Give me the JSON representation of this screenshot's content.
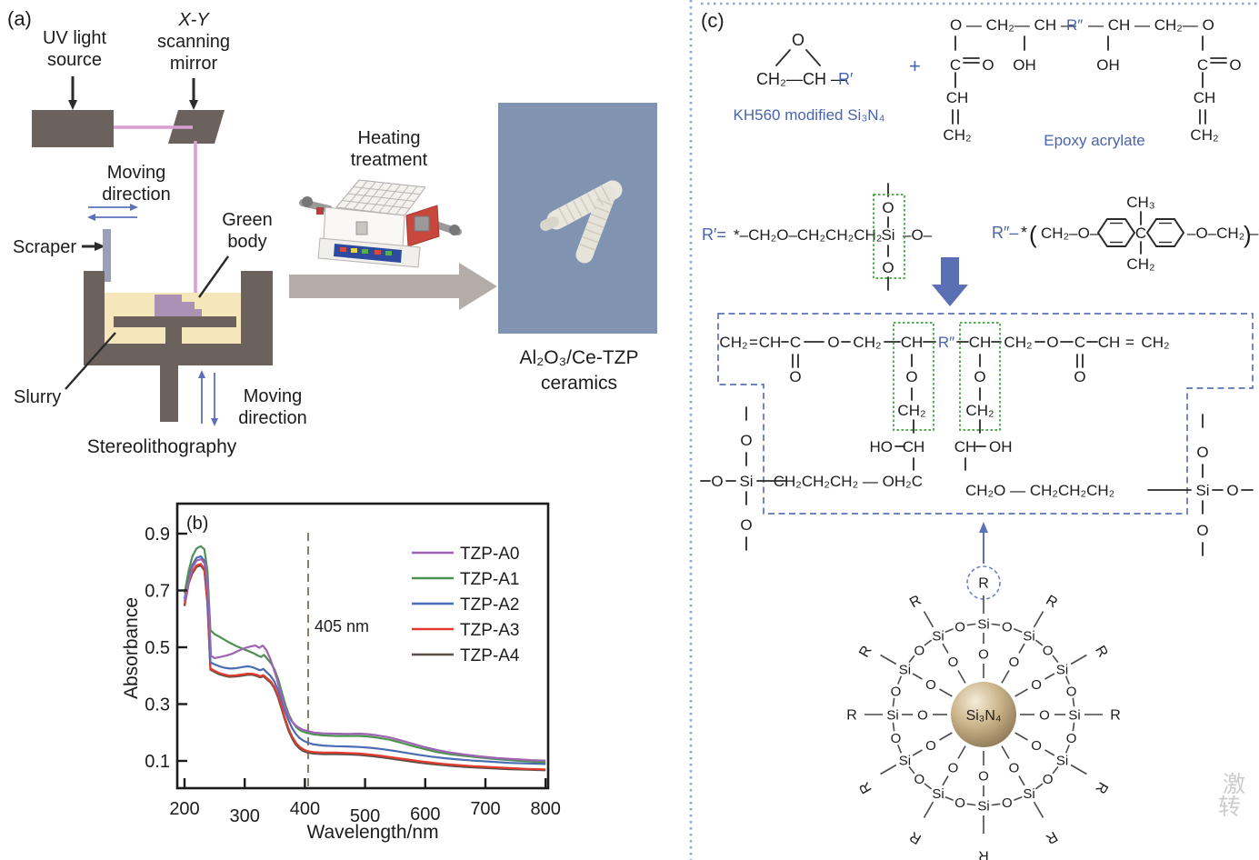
{
  "watermark": {
    "line1": "激",
    "line2": "转"
  },
  "panel_a": {
    "tag": "(a)",
    "uv_line1": "UV light",
    "uv_line2": "source",
    "xy_line1": "X-Y",
    "xy_line2": "scanning",
    "xy_line3": "mirror",
    "mov_h_line1": "Moving",
    "mov_h_line2": "direction",
    "scraper": "Scraper",
    "green_line1": "Green",
    "green_line2": "body",
    "slurry": "Slurry",
    "mov_v_line1": "Moving",
    "mov_v_line2": "direction",
    "process": "Stereolithography",
    "heat_line1": "Heating",
    "heat_line2": "treatment",
    "result_line1": "Al₂O₃/Ce-TZP",
    "result_line2": "ceramics"
  },
  "chart_data": {
    "type": "line",
    "panel_tag": "(b)",
    "xlabel": "Wavelength/nm",
    "ylabel": "Absorbance",
    "xlim": [
      185,
      800
    ],
    "ylim": [
      0,
      1.0
    ],
    "xticks": [
      200,
      300,
      400,
      500,
      600,
      700,
      800
    ],
    "yticks": [
      0.1,
      0.3,
      0.5,
      0.7,
      0.9
    ],
    "grid": false,
    "legend_position": "upper right",
    "annotation": {
      "text": "405 nm",
      "x": 405
    },
    "series": [
      {
        "name": "TZP-A0",
        "color": "#9e63b5",
        "points": [
          [
            200,
            0.66
          ],
          [
            207,
            0.73
          ],
          [
            213,
            0.78
          ],
          [
            220,
            0.805
          ],
          [
            228,
            0.81
          ],
          [
            235,
            0.79
          ],
          [
            240,
            0.66
          ],
          [
            244,
            0.47
          ],
          [
            250,
            0.462
          ],
          [
            260,
            0.466
          ],
          [
            270,
            0.471
          ],
          [
            280,
            0.478
          ],
          [
            290,
            0.488
          ],
          [
            300,
            0.497
          ],
          [
            310,
            0.503
          ],
          [
            318,
            0.506
          ],
          [
            324,
            0.498
          ],
          [
            330,
            0.506
          ],
          [
            336,
            0.49
          ],
          [
            342,
            0.462
          ],
          [
            348,
            0.425
          ],
          [
            354,
            0.385
          ],
          [
            360,
            0.338
          ],
          [
            366,
            0.295
          ],
          [
            372,
            0.262
          ],
          [
            378,
            0.24
          ],
          [
            384,
            0.226
          ],
          [
            390,
            0.217
          ],
          [
            396,
            0.21
          ],
          [
            405,
            0.205
          ],
          [
            415,
            0.2
          ],
          [
            430,
            0.197
          ],
          [
            450,
            0.196
          ],
          [
            470,
            0.195
          ],
          [
            490,
            0.196
          ],
          [
            505,
            0.194
          ],
          [
            520,
            0.19
          ],
          [
            540,
            0.183
          ],
          [
            560,
            0.172
          ],
          [
            580,
            0.16
          ],
          [
            600,
            0.148
          ],
          [
            620,
            0.138
          ],
          [
            640,
            0.13
          ],
          [
            660,
            0.124
          ],
          [
            690,
            0.116
          ],
          [
            720,
            0.11
          ],
          [
            750,
            0.106
          ],
          [
            775,
            0.103
          ],
          [
            800,
            0.101
          ]
        ]
      },
      {
        "name": "TZP-A1",
        "color": "#4e9150",
        "points": [
          [
            200,
            0.69
          ],
          [
            207,
            0.77
          ],
          [
            213,
            0.82
          ],
          [
            220,
            0.848
          ],
          [
            227,
            0.856
          ],
          [
            233,
            0.845
          ],
          [
            238,
            0.77
          ],
          [
            243,
            0.56
          ],
          [
            250,
            0.546
          ],
          [
            258,
            0.537
          ],
          [
            266,
            0.527
          ],
          [
            275,
            0.516
          ],
          [
            285,
            0.505
          ],
          [
            295,
            0.496
          ],
          [
            305,
            0.488
          ],
          [
            315,
            0.479
          ],
          [
            322,
            0.471
          ],
          [
            327,
            0.466
          ],
          [
            332,
            0.473
          ],
          [
            338,
            0.458
          ],
          [
            344,
            0.443
          ],
          [
            350,
            0.42
          ],
          [
            356,
            0.385
          ],
          [
            362,
            0.34
          ],
          [
            368,
            0.295
          ],
          [
            374,
            0.26
          ],
          [
            380,
            0.235
          ],
          [
            386,
            0.218
          ],
          [
            392,
            0.208
          ],
          [
            398,
            0.202
          ],
          [
            405,
            0.198
          ],
          [
            415,
            0.193
          ],
          [
            430,
            0.19
          ],
          [
            450,
            0.188
          ],
          [
            470,
            0.188
          ],
          [
            490,
            0.188
          ],
          [
            505,
            0.186
          ],
          [
            520,
            0.182
          ],
          [
            540,
            0.175
          ],
          [
            560,
            0.164
          ],
          [
            580,
            0.152
          ],
          [
            600,
            0.141
          ],
          [
            620,
            0.131
          ],
          [
            640,
            0.124
          ],
          [
            660,
            0.119
          ],
          [
            690,
            0.112
          ],
          [
            720,
            0.106
          ],
          [
            750,
            0.101
          ],
          [
            775,
            0.098
          ],
          [
            800,
            0.095
          ]
        ]
      },
      {
        "name": "TZP-A2",
        "color": "#4a6cb3",
        "points": [
          [
            200,
            0.67
          ],
          [
            207,
            0.75
          ],
          [
            213,
            0.79
          ],
          [
            220,
            0.815
          ],
          [
            227,
            0.82
          ],
          [
            233,
            0.805
          ],
          [
            238,
            0.7
          ],
          [
            243,
            0.447
          ],
          [
            250,
            0.44
          ],
          [
            258,
            0.433
          ],
          [
            266,
            0.428
          ],
          [
            275,
            0.425
          ],
          [
            285,
            0.426
          ],
          [
            295,
            0.43
          ],
          [
            305,
            0.433
          ],
          [
            313,
            0.43
          ],
          [
            320,
            0.424
          ],
          [
            326,
            0.419
          ],
          [
            331,
            0.424
          ],
          [
            337,
            0.411
          ],
          [
            343,
            0.399
          ],
          [
            349,
            0.381
          ],
          [
            355,
            0.352
          ],
          [
            361,
            0.314
          ],
          [
            367,
            0.275
          ],
          [
            373,
            0.242
          ],
          [
            379,
            0.215
          ],
          [
            385,
            0.195
          ],
          [
            391,
            0.181
          ],
          [
            397,
            0.172
          ],
          [
            405,
            0.164
          ],
          [
            415,
            0.158
          ],
          [
            430,
            0.154
          ],
          [
            450,
            0.152
          ],
          [
            470,
            0.151
          ],
          [
            490,
            0.149
          ],
          [
            510,
            0.146
          ],
          [
            530,
            0.141
          ],
          [
            550,
            0.135
          ],
          [
            570,
            0.128
          ],
          [
            590,
            0.121
          ],
          [
            610,
            0.115
          ],
          [
            630,
            0.11
          ],
          [
            650,
            0.106
          ],
          [
            680,
            0.101
          ],
          [
            710,
            0.097
          ],
          [
            740,
            0.093
          ],
          [
            770,
            0.091
          ],
          [
            800,
            0.089
          ]
        ]
      },
      {
        "name": "TZP-A3",
        "color": "#e23b2e",
        "points": [
          [
            200,
            0.65
          ],
          [
            207,
            0.73
          ],
          [
            213,
            0.765
          ],
          [
            220,
            0.788
          ],
          [
            227,
            0.793
          ],
          [
            233,
            0.775
          ],
          [
            238,
            0.66
          ],
          [
            243,
            0.425
          ],
          [
            250,
            0.417
          ],
          [
            258,
            0.409
          ],
          [
            266,
            0.404
          ],
          [
            275,
            0.4
          ],
          [
            285,
            0.401
          ],
          [
            295,
            0.404
          ],
          [
            305,
            0.407
          ],
          [
            313,
            0.407
          ],
          [
            320,
            0.403
          ],
          [
            326,
            0.398
          ],
          [
            331,
            0.402
          ],
          [
            337,
            0.391
          ],
          [
            343,
            0.38
          ],
          [
            349,
            0.362
          ],
          [
            355,
            0.332
          ],
          [
            361,
            0.292
          ],
          [
            367,
            0.25
          ],
          [
            373,
            0.213
          ],
          [
            379,
            0.185
          ],
          [
            385,
            0.164
          ],
          [
            391,
            0.15
          ],
          [
            397,
            0.141
          ],
          [
            405,
            0.134
          ],
          [
            415,
            0.131
          ],
          [
            430,
            0.129
          ],
          [
            450,
            0.129
          ],
          [
            470,
            0.128
          ],
          [
            490,
            0.126
          ],
          [
            510,
            0.122
          ],
          [
            530,
            0.117
          ],
          [
            550,
            0.111
          ],
          [
            570,
            0.105
          ],
          [
            590,
            0.099
          ],
          [
            610,
            0.094
          ],
          [
            630,
            0.089
          ],
          [
            650,
            0.086
          ],
          [
            680,
            0.081
          ],
          [
            710,
            0.078
          ],
          [
            740,
            0.075
          ],
          [
            770,
            0.072
          ],
          [
            800,
            0.07
          ]
        ]
      },
      {
        "name": "TZP-A4",
        "color": "#5a4f48",
        "points": [
          [
            200,
            0.645
          ],
          [
            207,
            0.725
          ],
          [
            213,
            0.76
          ],
          [
            220,
            0.783
          ],
          [
            227,
            0.788
          ],
          [
            233,
            0.77
          ],
          [
            238,
            0.655
          ],
          [
            243,
            0.421
          ],
          [
            250,
            0.413
          ],
          [
            258,
            0.405
          ],
          [
            266,
            0.4
          ],
          [
            275,
            0.396
          ],
          [
            285,
            0.397
          ],
          [
            295,
            0.4
          ],
          [
            305,
            0.403
          ],
          [
            313,
            0.403
          ],
          [
            320,
            0.399
          ],
          [
            326,
            0.394
          ],
          [
            331,
            0.398
          ],
          [
            337,
            0.387
          ],
          [
            343,
            0.376
          ],
          [
            349,
            0.357
          ],
          [
            355,
            0.326
          ],
          [
            361,
            0.285
          ],
          [
            367,
            0.243
          ],
          [
            373,
            0.206
          ],
          [
            379,
            0.178
          ],
          [
            385,
            0.157
          ],
          [
            391,
            0.144
          ],
          [
            397,
            0.135
          ],
          [
            405,
            0.129
          ],
          [
            415,
            0.126
          ],
          [
            430,
            0.124
          ],
          [
            450,
            0.124
          ],
          [
            470,
            0.123
          ],
          [
            490,
            0.121
          ],
          [
            510,
            0.117
          ],
          [
            530,
            0.112
          ],
          [
            550,
            0.106
          ],
          [
            570,
            0.1
          ],
          [
            590,
            0.094
          ],
          [
            610,
            0.089
          ],
          [
            630,
            0.085
          ],
          [
            650,
            0.081
          ],
          [
            680,
            0.077
          ],
          [
            710,
            0.074
          ],
          [
            740,
            0.071
          ],
          [
            770,
            0.069
          ],
          [
            800,
            0.067
          ]
        ]
      }
    ]
  },
  "panel_c": {
    "tag": "(c)",
    "plus": "+",
    "epoxide": {
      "o": "O",
      "chain": "CH₂—CH —",
      "r": "R′",
      "caption": "KH560 modified Si₃N₄"
    },
    "acryl": {
      "o": "O",
      "chain_l": "O — CH₂— CH —",
      "r2": "R″",
      "chain_r": "— CH — CH₂— O",
      "c": "C",
      "oh": "OH",
      "ch": "CH",
      "ch2": "CH₂",
      "caption": "Epoxy acrylate"
    },
    "rp": {
      "label": "R′=",
      "chain": "*–CH₂O–CH₂CH₂CH₂",
      "si": "Si",
      "tail": "–O–",
      "o": "O"
    },
    "rdp": {
      "label": "R″–",
      "star": "*",
      "pl": "(",
      "chain_l": "CH₂–O–",
      "c": "C",
      "ch3": "CH₃",
      "ch2": "CH₂",
      "chain_r": "–O–CH₂",
      "pr": ")",
      "star2": "–*"
    },
    "product": {
      "ch2": "CH₂",
      "eq": "=",
      "ch": "CH",
      "c": "C",
      "o": "O",
      "r2": "R″",
      "si": "Si",
      "ho": "HO",
      "oh": "OH",
      "left_chain": "CH₂CH₂CH₂ — OH₂C",
      "right_chain": "CH₂O — CH₂CH₂CH₂"
    },
    "particle": {
      "center": "Si₃N₄",
      "si": "Si",
      "o": "O",
      "r": "R"
    }
  }
}
